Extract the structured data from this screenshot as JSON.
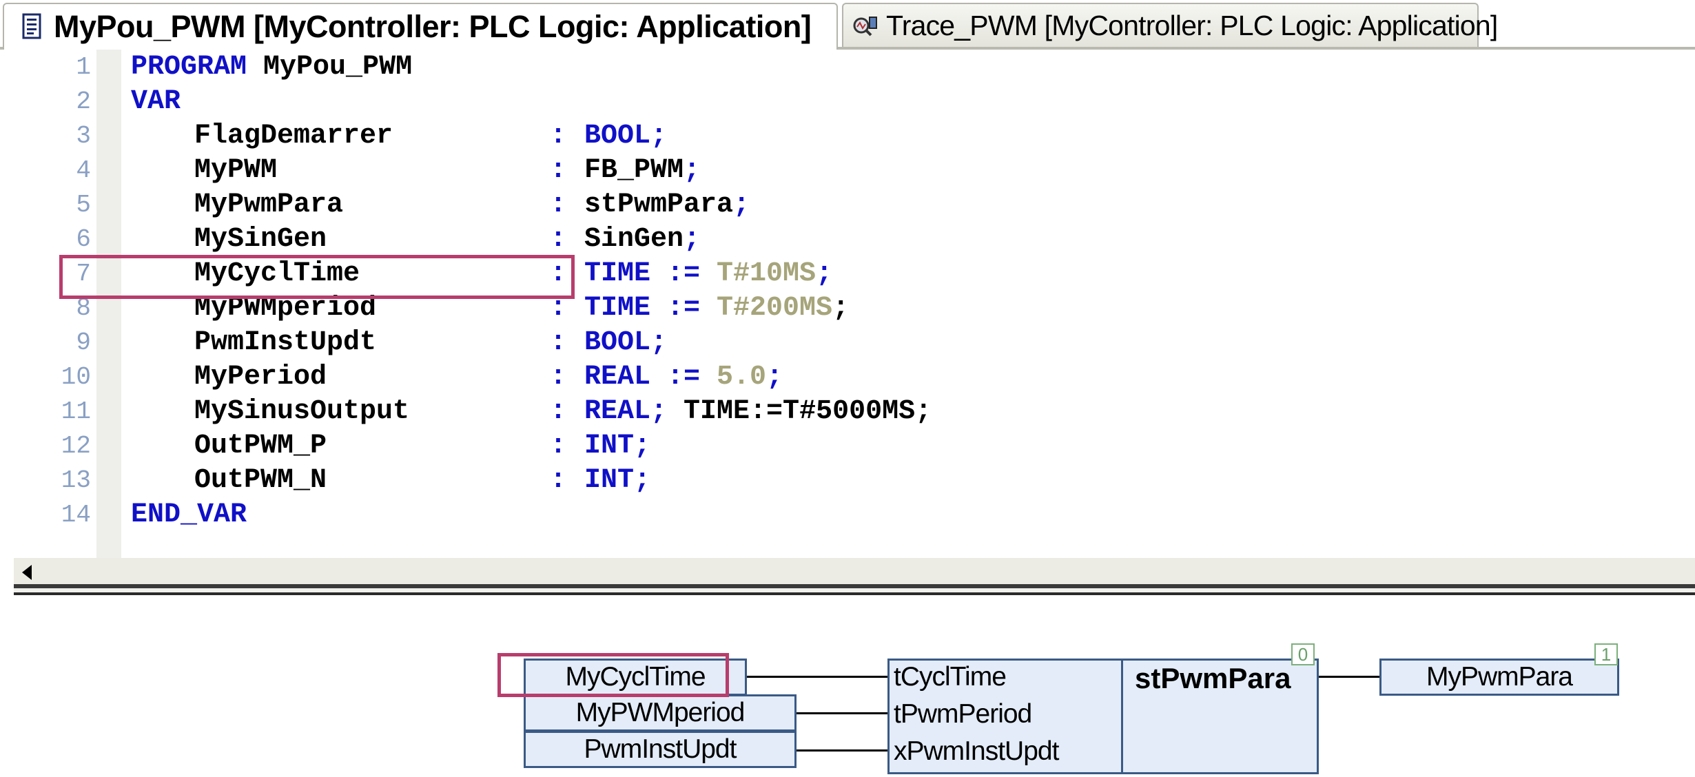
{
  "tabs": [
    {
      "title": "MyPou_PWM [MyController: PLC Logic: Application]",
      "icon": "pou-document-icon",
      "active": true
    },
    {
      "title": "Trace_PWM [MyController: PLC Logic: Application]",
      "icon": "trace-icon",
      "active": false
    }
  ],
  "editor": {
    "lines": [
      {
        "num": "1",
        "name": "PROGRAM",
        "rest": " MyPou_PWM"
      },
      {
        "num": "2",
        "name": "VAR"
      },
      {
        "num": "3",
        "name": "FlagDemarrer",
        "sep": ":",
        "type": "BOOL;"
      },
      {
        "num": "4",
        "name": "MyPWM",
        "sep": ":",
        "type": "FB_PWM",
        "semi": ";"
      },
      {
        "num": "5",
        "name": "MyPwmPara",
        "sep": ":",
        "type": "stPwmPara",
        "semi": ";"
      },
      {
        "num": "6",
        "name": "MySinGen",
        "sep": ":",
        "type": "SinGen",
        "semi": ";"
      },
      {
        "num": "7",
        "name": "MyCyclTime",
        "sep": ":",
        "type": "TIME := ",
        "init": "T#10MS",
        "semi": ";"
      },
      {
        "num": "8",
        "name": "MyPWMperiod",
        "sep": ":",
        "type": "TIME := ",
        "init": "T#200MS",
        "semi": ";"
      },
      {
        "num": "9",
        "name": "PwmInstUpdt",
        "sep": ":",
        "type": "BOOL;"
      },
      {
        "num": "10",
        "name": "MyPeriod",
        "sep": ":",
        "type": "REAL := ",
        "init": "5.0",
        "semi": ";"
      },
      {
        "num": "11",
        "name": "MySinusOutput",
        "sep": ":",
        "type": "REAL;",
        "comment": " TIME:=T#5000MS;"
      },
      {
        "num": "12",
        "name": "OutPWM_P",
        "sep": ":",
        "type": "INT;"
      },
      {
        "num": "13",
        "name": "OutPWM_N",
        "sep": ":",
        "type": "INT;"
      },
      {
        "num": "14",
        "name": "END_VAR"
      }
    ]
  },
  "cfc": {
    "inputs": [
      "MyCyclTime",
      "MyPWMperiod",
      "PwmInstUpdt"
    ],
    "block": {
      "name": "stPwmPara",
      "pins": [
        "tCyclTime",
        "tPwmPeriod",
        "xPwmInstUpdt"
      ],
      "order": "0"
    },
    "output": {
      "name": "MyPwmPara",
      "order": "1"
    }
  },
  "colors": {
    "keyword": "#1010c8",
    "literal": "#a6a47a",
    "highlight": "#b83d6c",
    "cfc_box_fill": "#e3ecf8",
    "cfc_box_border": "#3a5a86"
  }
}
